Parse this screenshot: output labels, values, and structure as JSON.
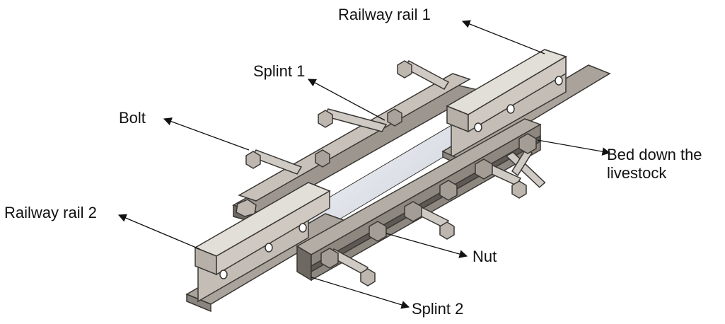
{
  "labels": {
    "railway_rail_1": "Railway rail 1",
    "splint_1": "Splint 1",
    "bolt": "Bolt",
    "bed_down": "Bed down the livestock",
    "railway_rail_2": "Railway rail 2",
    "nut": "Nut",
    "splint_2": "Splint 2"
  },
  "colors": {
    "rail_top": "#dcd8d2",
    "rail_side": "#b9b3ab",
    "rail_dark": "#8f8a83",
    "splint_face": "#8d877f",
    "splint_dark": "#5e5954",
    "bolt_shank": "#c9c4bd",
    "gap": "#e6e9ee"
  }
}
